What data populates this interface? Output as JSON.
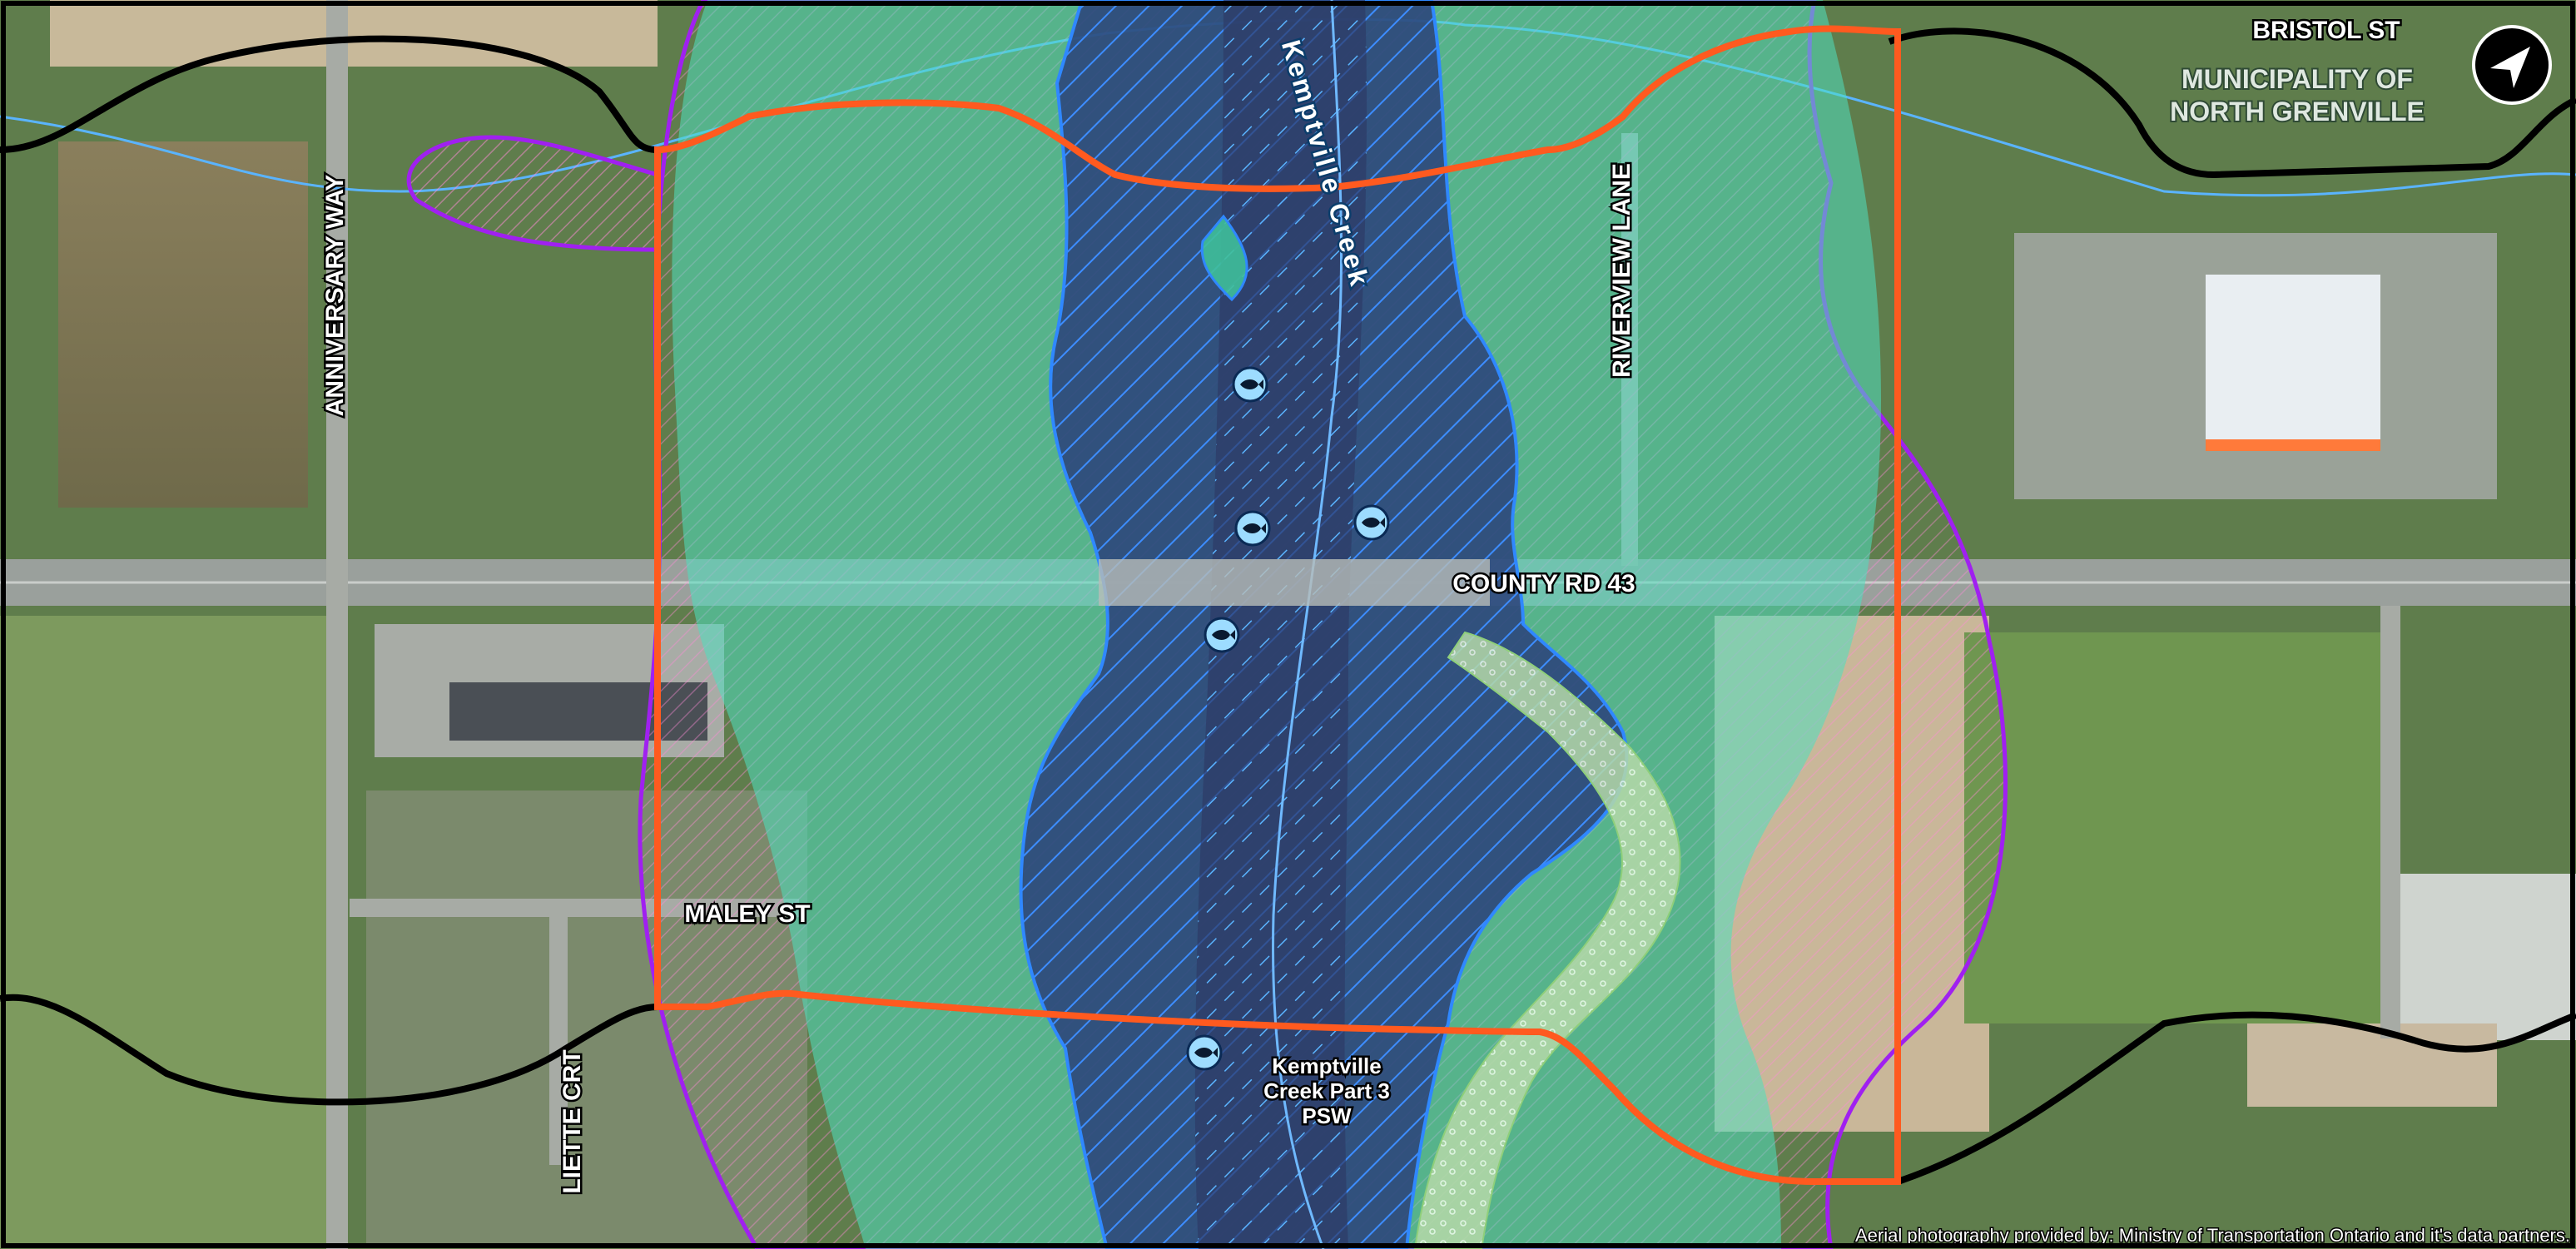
{
  "map": {
    "labels": {
      "bristol_st": "BRISTOL ST",
      "municipality_line1": "MUNICIPALITY OF",
      "municipality_line2": "NORTH GRENVILLE",
      "anniversary_way": "ANNIVERSARY WAY",
      "riverview_lane": "RIVERVIEW LANE",
      "county_rd": "COUNTY RD 43",
      "maley_st": "MALEY ST",
      "liette_crt": "LIETTE CRT",
      "creek_name": "Kemptville Creek",
      "psw_line1": "Kemptville",
      "psw_line2": "Creek Part 3",
      "psw_line3": "PSW",
      "credit": "Aerial photography provided by: Ministry of Transportation Ontario and it's data partners."
    },
    "icons": {
      "north_arrow": "north-arrow-icon",
      "fish_habitat": "fish-icon"
    },
    "colors": {
      "study_area": "#ff5a1f",
      "regulated_area": "#a020f0",
      "wetland_fill": "#2a3f7a",
      "wetland_hatch": "#3d8dff",
      "buffer": "#4fe0c0",
      "boundary": "#000000",
      "creek": "#5ab4ff",
      "vegetation": "#c9f0c0"
    }
  }
}
